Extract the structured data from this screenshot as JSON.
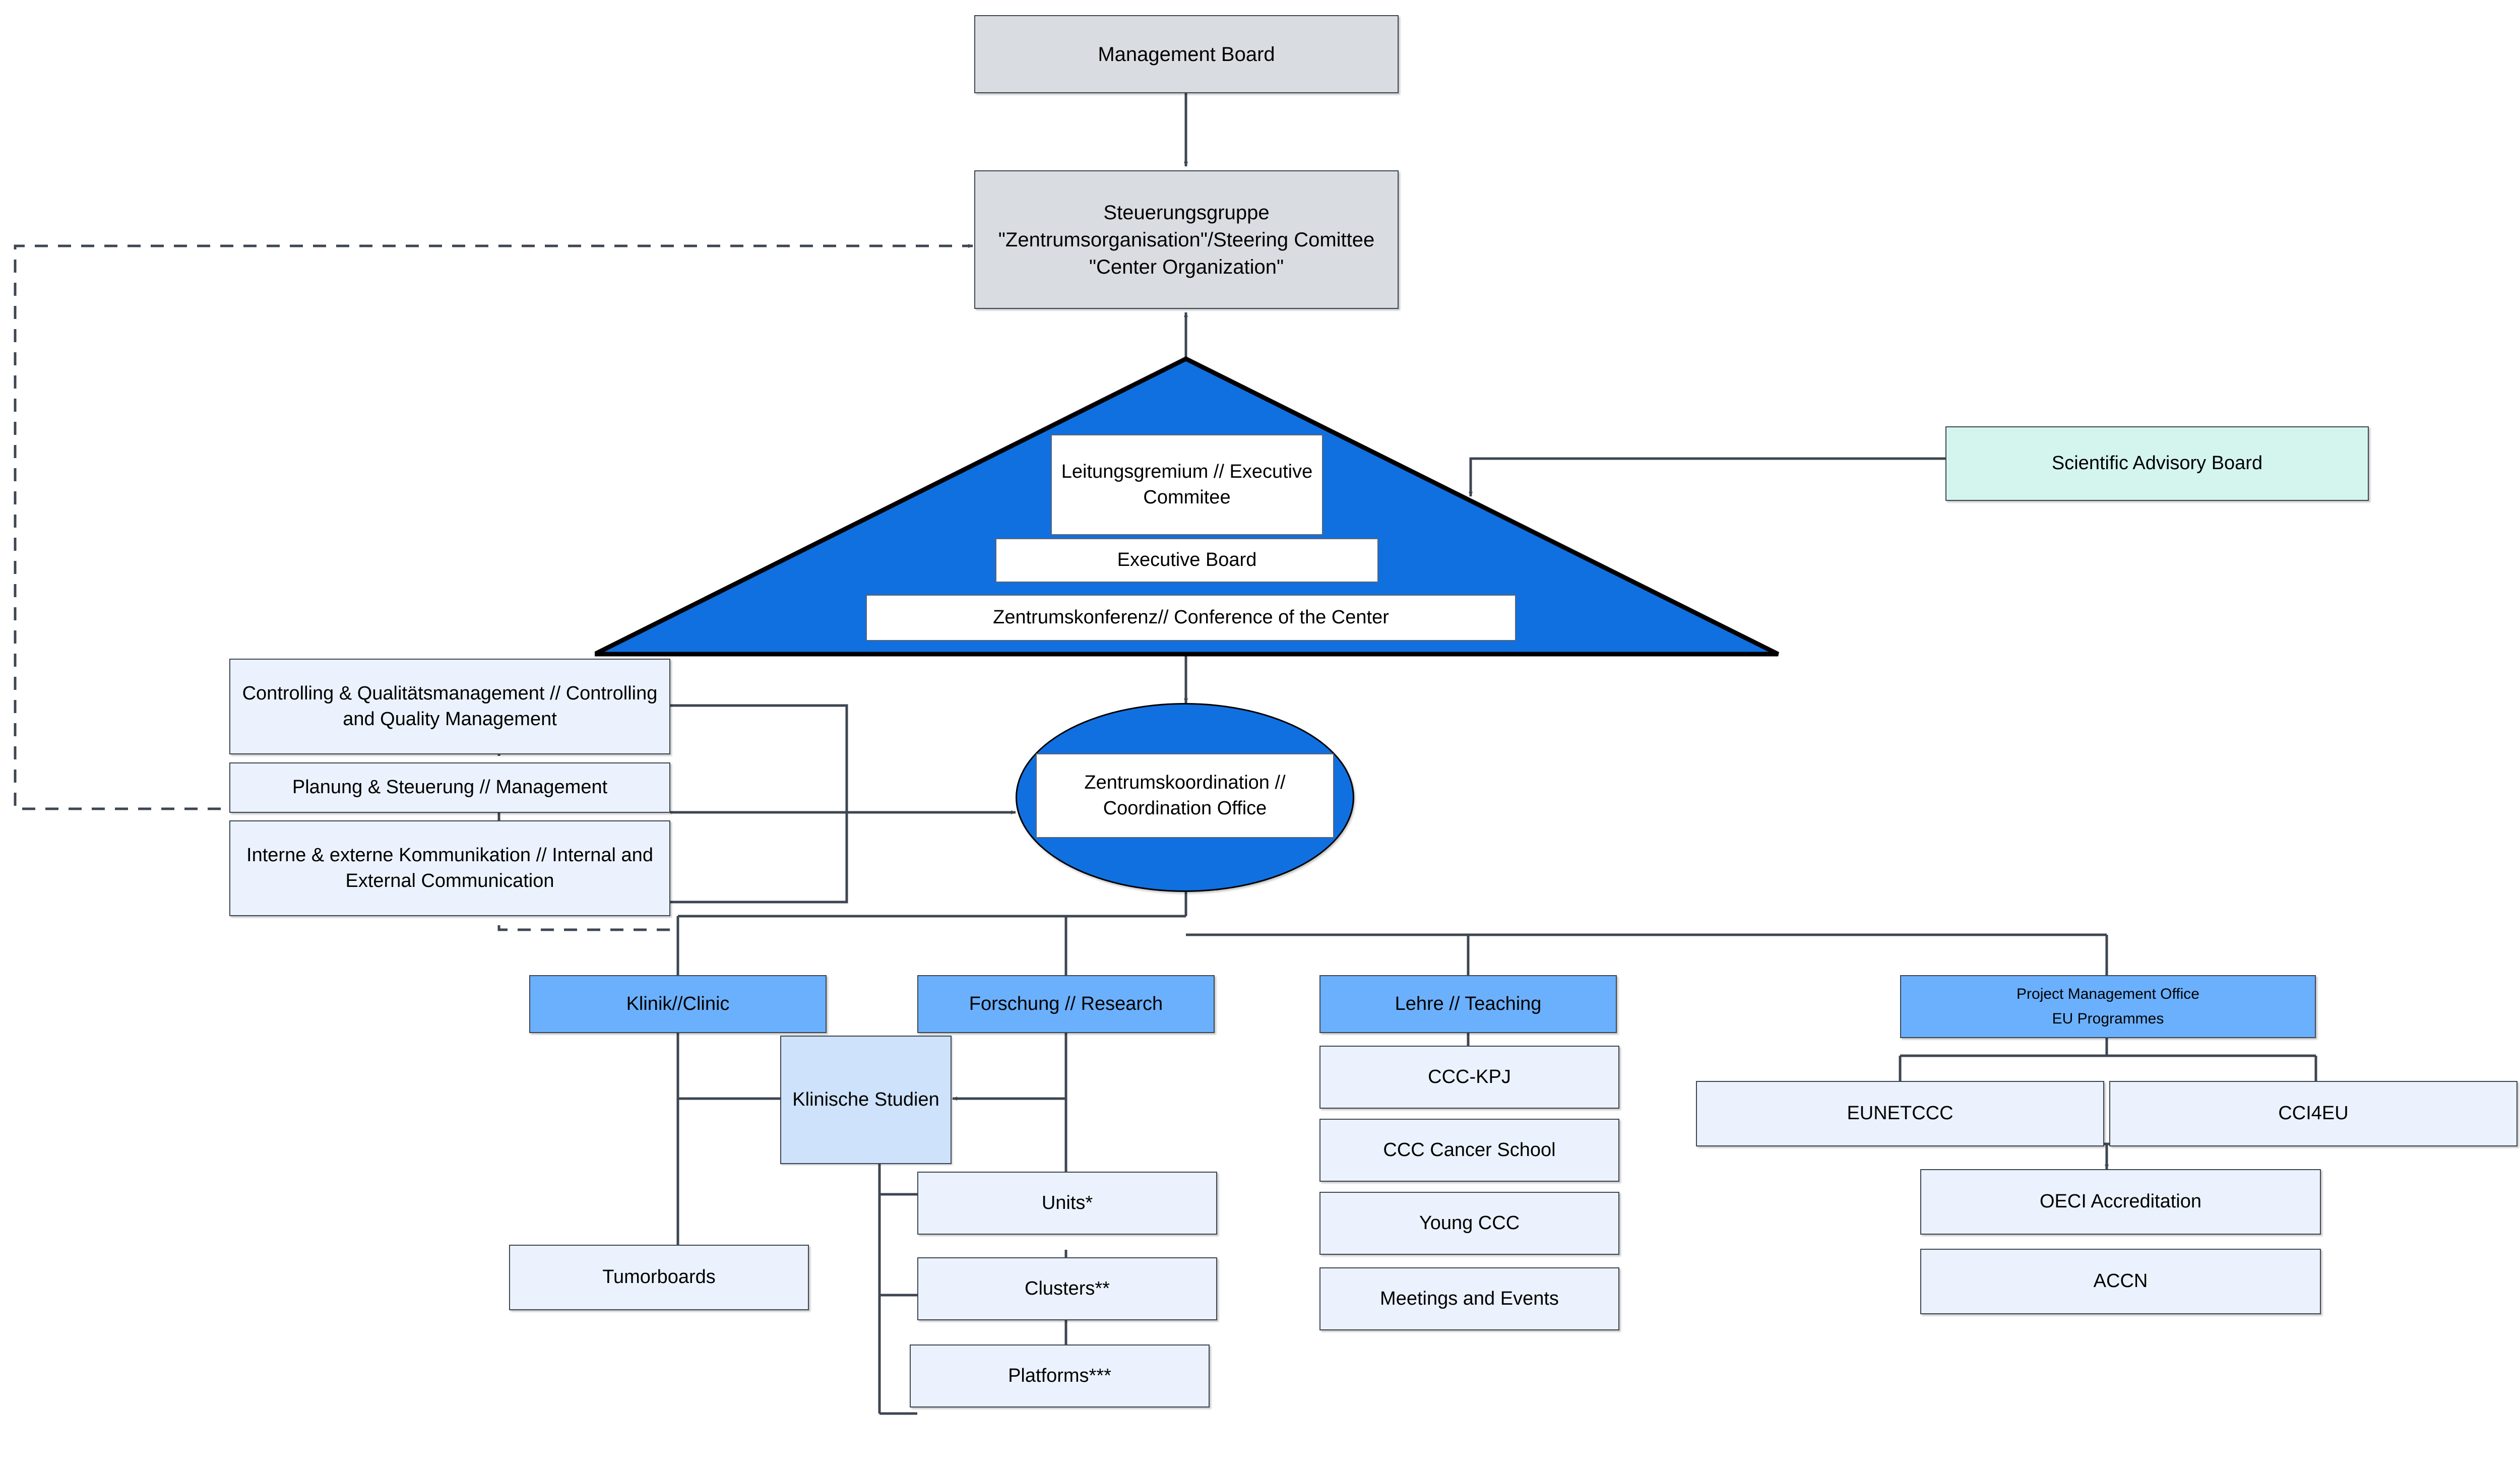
{
  "diagram": {
    "title_nodes": {
      "management_board": "Management Board",
      "steering_committee": "Steuerungsgruppe \"Zentrumsorganisation\"/Steering Comittee \"Center Organization\"",
      "executive_committee": "Leitungsgremium // Executive Commitee",
      "executive_board": "Executive Board",
      "center_conference": "Zentrumskonferenz// Conference of the Center",
      "scientific_advisory_board": "Scientific Advisory Board",
      "coordination_office": "Zentrumskoordination // Coordination Office"
    },
    "staff_units": [
      "Controlling & Qualitätsmanagement // Controlling and Quality Management",
      "Planung & Steuerung // Management",
      "Interne & externe Kommunikation // Internal and External Communication"
    ],
    "pillars": [
      {
        "id": "clinic",
        "label": "Klinik//Clinic",
        "children": [
          "Tumorboards"
        ]
      },
      {
        "id": "research",
        "label": "Forschung // Research",
        "children": [
          "Units*",
          "Clusters**",
          "Platforms***"
        ]
      },
      {
        "id": "teaching",
        "label": "Lehre // Teaching",
        "children": [
          "CCC-KPJ",
          "CCC Cancer School",
          "Young CCC",
          "Meetings and Events"
        ]
      },
      {
        "id": "pmo",
        "label_line1": "Project Management Office",
        "label_line2": "EU Programmes",
        "children": [
          "EUNETCCC",
          "CCI4EU",
          "OECI Accreditation",
          "ACCN"
        ]
      }
    ],
    "shared_node": "Klinische Studien",
    "colors": {
      "gray_box": "#d9dde2",
      "pale_blue_box": "#ebf2fd",
      "mid_blue_box": "#6bb0fd",
      "mint_box": "#d4f5ee",
      "deep_blue_shape": "#1070e0",
      "pale_blue_ellipse": "#cfe2fb",
      "line": "#3d4651",
      "border": "#3d4651"
    }
  }
}
